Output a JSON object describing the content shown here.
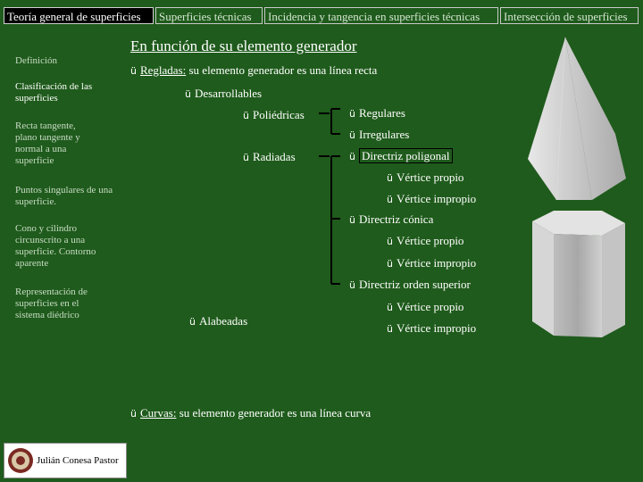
{
  "tabs": [
    {
      "label": "Teoría general de superficies"
    },
    {
      "label": "Superficies técnicas"
    },
    {
      "label": "Incidencia y tangencia en superficies técnicas"
    },
    {
      "label": "Intersección de superficies"
    }
  ],
  "sidebar": {
    "items": [
      {
        "label": "Definición"
      },
      {
        "label": "Clasificación de las superficies"
      },
      {
        "label": "Recta tangente, plano tangente y normal a una superficie"
      },
      {
        "label": "Puntos singulares de una superficie."
      },
      {
        "label": "Cono y cilindro circunscrito a una superficie. Contorno aparente"
      },
      {
        "label": "Representación de superficies en el sistema diédrico"
      }
    ]
  },
  "main": {
    "title": "En función de su elemento generador",
    "check": "ü",
    "regladas": {
      "term": "Regladas:",
      "desc": " su elemento generador es una línea recta"
    },
    "desarrollables": "Desarrollables",
    "poliedricas": "Poliédricas",
    "regulares": "Regulares",
    "irregulares": "Irregulares",
    "radiadas": "Radiadas",
    "directriz_poligonal": "Directriz poligonal",
    "vertice_propio": "Vértice propio",
    "vertice_impropio": "Vértice impropio",
    "directriz_conica": "Directriz cónica",
    "directriz_orden_superior": "Directriz orden superior",
    "alabeadas": "Alabeadas",
    "curvas": {
      "term": "Curvas:",
      "desc": " su elemento generador es una línea curva"
    }
  },
  "footer": {
    "author": "Julián Conesa Pastor"
  },
  "colors": {
    "background": "#1f5b1c",
    "active_tab": "#000000"
  }
}
